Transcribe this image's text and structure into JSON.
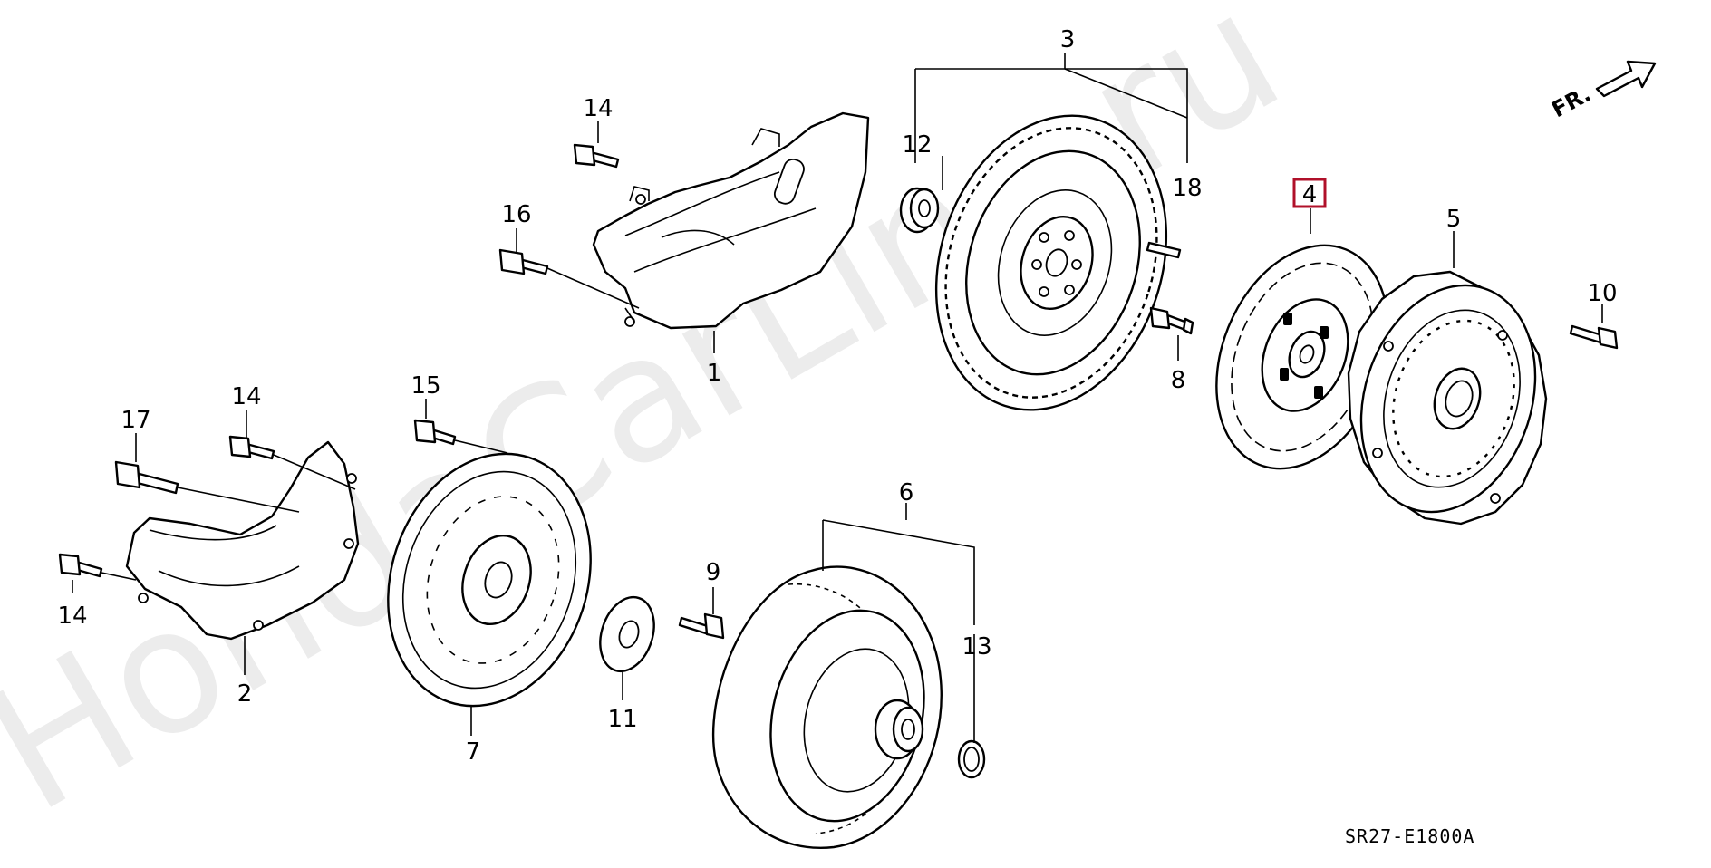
{
  "diagram": {
    "code": "SR27-E1800A",
    "watermark": "HondaCarLine.ru",
    "direction_label": "FR.",
    "highlighted_callout": "4",
    "callouts": [
      "1",
      "2",
      "3",
      "4",
      "5",
      "6",
      "7",
      "8",
      "9",
      "10",
      "11",
      "12",
      "13",
      "14",
      "14",
      "14",
      "15",
      "16",
      "17",
      "18"
    ],
    "colors": {
      "line": "#000000",
      "background": "#ffffff",
      "highlight": "#b0102a",
      "watermark": "#ececec"
    }
  }
}
